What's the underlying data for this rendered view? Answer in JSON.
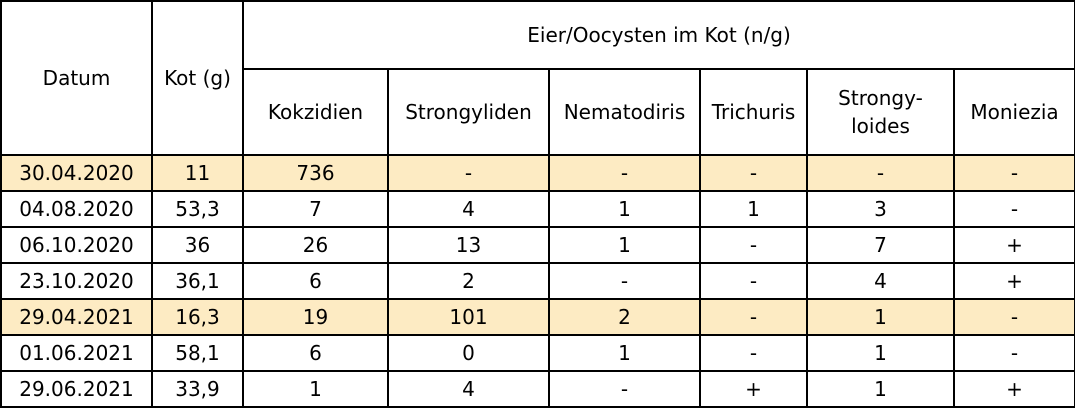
{
  "headers": {
    "datum": "Datum",
    "kot": "Kot (g)",
    "group": "Eier/Oocysten im Kot (n/g)",
    "columns": [
      {
        "label": "Kokzidien"
      },
      {
        "label": "Strongyliden"
      },
      {
        "label": "Nematodiris"
      },
      {
        "label": "Trichuris"
      },
      {
        "label": "Strongy-\nloides"
      },
      {
        "label": "Moniezia"
      }
    ]
  },
  "highlight_color": "#fdebc3",
  "rows": [
    {
      "highlight": true,
      "cells": [
        "30.04.2020",
        "11",
        "736",
        "-",
        "-",
        "-",
        "-",
        "-"
      ]
    },
    {
      "highlight": false,
      "cells": [
        "04.08.2020",
        "53,3",
        "7",
        "4",
        "1",
        "1",
        "3",
        "-"
      ]
    },
    {
      "highlight": false,
      "cells": [
        "06.10.2020",
        "36",
        "26",
        "13",
        "1",
        "-",
        "7",
        "+"
      ]
    },
    {
      "highlight": false,
      "cells": [
        "23.10.2020",
        "36,1",
        "6",
        "2",
        "-",
        "-",
        "4",
        "+"
      ]
    },
    {
      "highlight": true,
      "cells": [
        "29.04.2021",
        "16,3",
        "19",
        "101",
        "2",
        "-",
        "1",
        "-"
      ]
    },
    {
      "highlight": false,
      "cells": [
        "01.06.2021",
        "58,1",
        "6",
        "0",
        "1",
        "-",
        "1",
        "-"
      ]
    },
    {
      "highlight": false,
      "cells": [
        "29.06.2021",
        "33,9",
        "1",
        "4",
        "-",
        "+",
        "1",
        "+"
      ]
    }
  ]
}
